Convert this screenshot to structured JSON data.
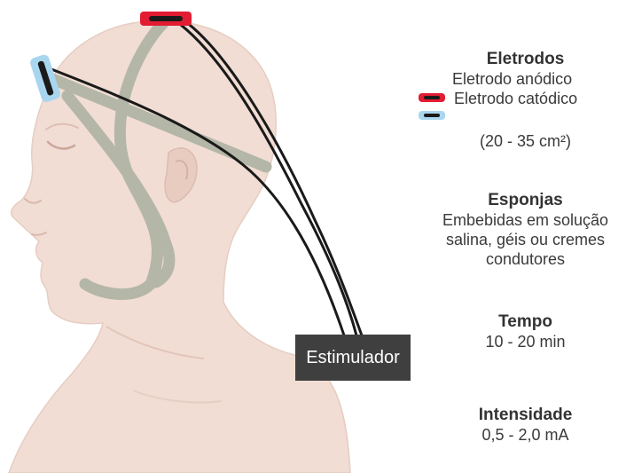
{
  "colors": {
    "skin": "#f1ddd4",
    "skin_shadow": "#e3c6ba",
    "strap": "#b4b6a7",
    "anode": "#e21c32",
    "cathode": "#a9d6ef",
    "wire": "#1a1a1a",
    "box": "#3f3f3f"
  },
  "illustration": {
    "icons": [
      "head-profile-icon",
      "anodic-electrode-icon",
      "cathodic-electrode-icon",
      "headband-strap-icon"
    ]
  },
  "stimulator": {
    "label": "Estimulador"
  },
  "eletrodos": {
    "heading": "Eletrodos",
    "anodic_label": "Eletrodo anódico",
    "cathodic_label": "Eletrodo catódico",
    "size": "(20 - 35 cm²)"
  },
  "esponjas": {
    "heading": "Esponjas",
    "lines": [
      "Embebidas em solução",
      "salina, géis ou cremes",
      "condutores"
    ]
  },
  "tempo": {
    "heading": "Tempo",
    "value": "10 - 20 min"
  },
  "intensidade": {
    "heading": "Intensidade",
    "value": "0,5 - 2,0 mA"
  }
}
